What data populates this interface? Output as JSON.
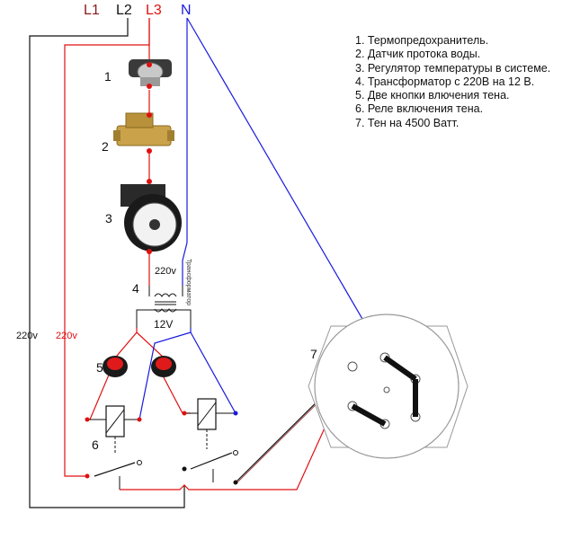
{
  "lines": {
    "l1": "L1",
    "l2": "L2",
    "l3": "L3",
    "n": "N"
  },
  "voltage_labels": {
    "outer_left": "220v",
    "inner_left": "220v",
    "transformer_primary": "220v",
    "transformer_secondary": "12V",
    "transformer_caption": "Трансформатор"
  },
  "component_numbers": [
    "1",
    "2",
    "3",
    "4",
    "5",
    "6",
    "7"
  ],
  "legend": [
    "1. Термопредохранитель.",
    "2. Датчик протока воды.",
    "3. Регулятор температуры в системе.",
    "4. Трансформатор с 220В на 12 В.",
    "5. Две кнопки влючения тена.",
    "6. Реле включения тена.",
    "7. Тен на 4500 Ватт."
  ],
  "colors": {
    "red_wire": "#e01010",
    "blue_wire": "#1a1adf",
    "black_wire": "#111111",
    "l1_text": "#8b1a1a",
    "l3_text": "#e01010",
    "n_text": "#1a1adf"
  }
}
